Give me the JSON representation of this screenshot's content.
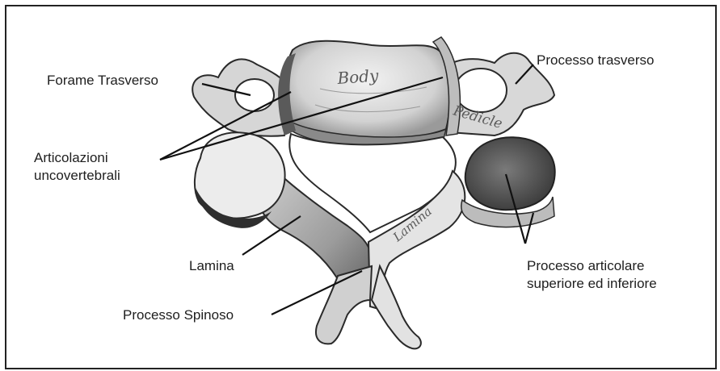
{
  "labels": {
    "forame_trasverso": "Forame Trasverso",
    "articolazioni_line1": "Articolazioni",
    "articolazioni_line2": "uncovertebrali",
    "lamina": "Lamina",
    "processo_spinoso": "Processo Spinoso",
    "processo_trasverso": "Processo trasverso",
    "processo_articolare_line1": "Processo articolare",
    "processo_articolare_line2": "superiore ed inferiore"
  },
  "bone_labels": {
    "body": "Body",
    "pedicle": "Pedicle",
    "lamina": "Lamina"
  },
  "colors": {
    "bone_fill": "#dcdcdc",
    "bone_shadow": "#5c5c5c",
    "bone_dark": "#2e2e2e",
    "outline": "#222222",
    "leader_line": "#111111"
  }
}
